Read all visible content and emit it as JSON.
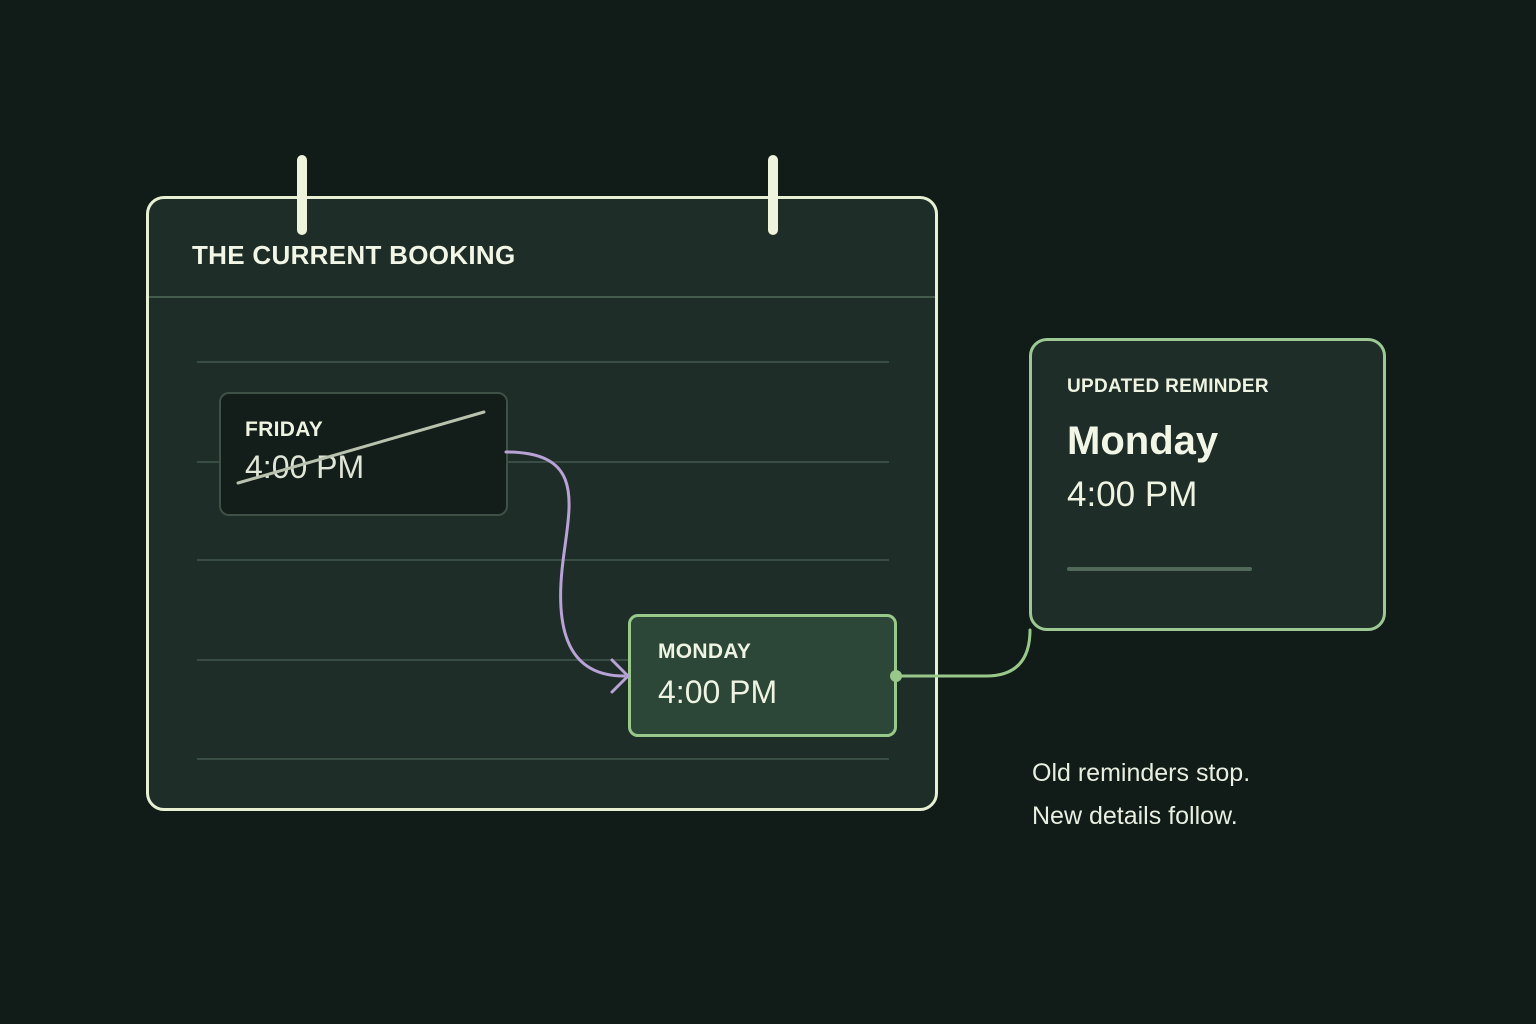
{
  "calendar": {
    "title": "THE CURRENT BOOKING",
    "old_slot": {
      "day": "FRIDAY",
      "time": "4:00 PM",
      "cancelled": true
    },
    "new_slot": {
      "day": "MONDAY",
      "time": "4:00 PM"
    }
  },
  "reminder": {
    "label": "UPDATED REMINDER",
    "day": "Monday",
    "time": "4:00 PM"
  },
  "note": {
    "line1": "Old reminders stop.",
    "line2": "New details follow."
  },
  "colors": {
    "background": "#111b18",
    "card": "#1e2d27",
    "card_border": "#e8f0d4",
    "accent_green": "#98c98b",
    "move_arrow": "#b9a2d6",
    "strike": "#b8c2ae"
  }
}
